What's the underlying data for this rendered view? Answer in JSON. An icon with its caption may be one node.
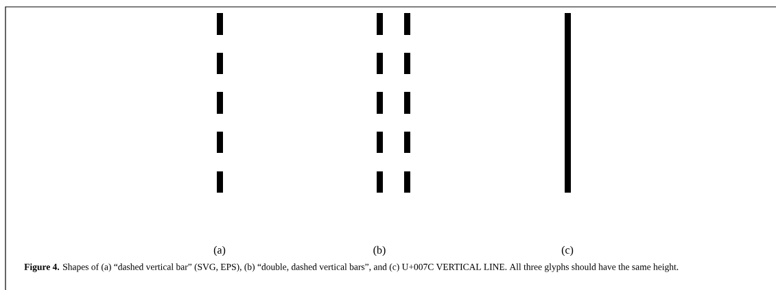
{
  "diagram": {
    "caption": "**Figure 4.** Shapes of (a) “dashed vertical bar” (SVG, EPS), (b) “double, dashed vertical bars”, and (c) U+007C VERTICAL LINE. All three glyphs should have the same height.",
    "labels": [
      "(a)",
      "(b)",
      "(c)"
    ]
  }
}
